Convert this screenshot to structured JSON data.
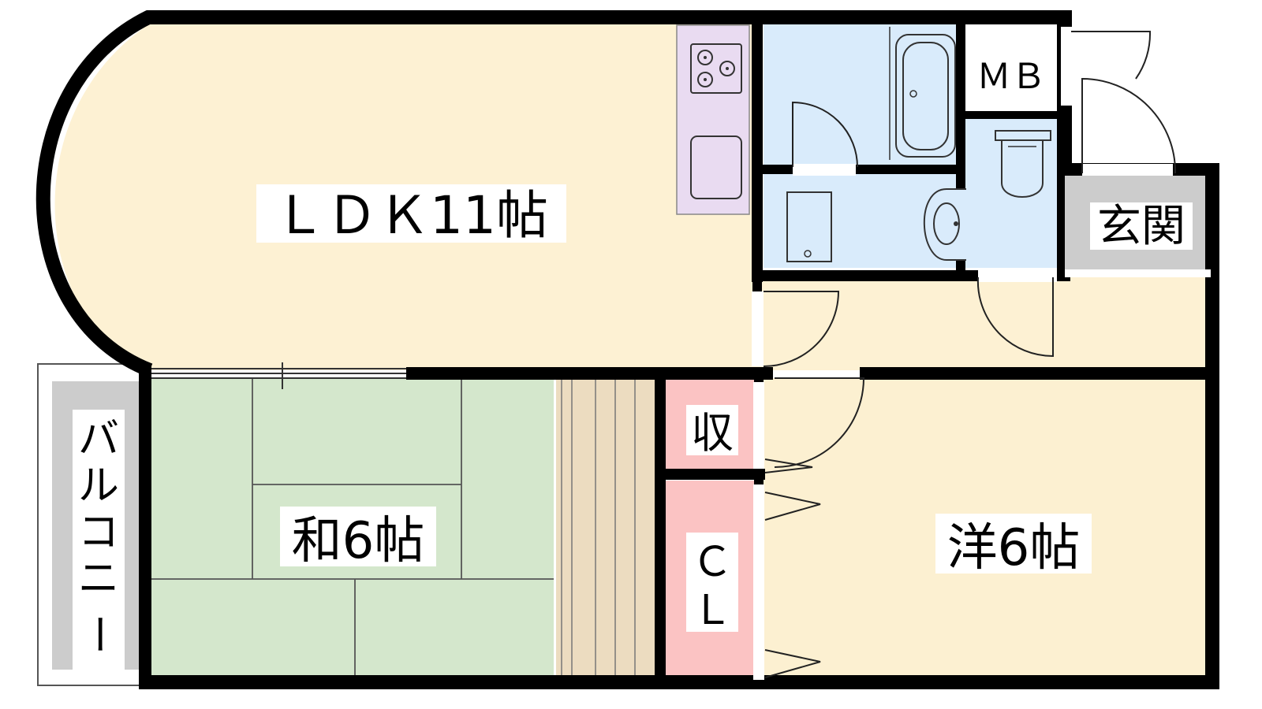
{
  "rooms": {
    "ldk": "ＬＤＫ11帖",
    "washitsu": "和6帖",
    "youshitsu": "洋6帖",
    "mb": "ＭＢ",
    "genkan": "玄関",
    "shuunou": "収",
    "cl_c": "Ｃ",
    "cl_l": "Ｌ",
    "balcony": [
      "バ",
      "ル",
      "コ",
      "ニ",
      "ー"
    ]
  },
  "colors": {
    "ldk_floor": "#fdf1d3",
    "washitsu_tatami": "#d4e7cc",
    "youshitsu_floor": "#fcf0d1",
    "wet_area": "#d9ebfb",
    "kitchen_counter": "#e9dbf1",
    "closet": "#fbc3c3",
    "genkan": "#cccccc",
    "oshiire": "#ecdcc0",
    "balcony": "#cccccc",
    "wall": "#000000"
  },
  "icons": [
    "stove-icon",
    "sink-icon",
    "bathtub-icon",
    "toilet-icon",
    "washbasin-icon",
    "washing-machine-icon"
  ]
}
